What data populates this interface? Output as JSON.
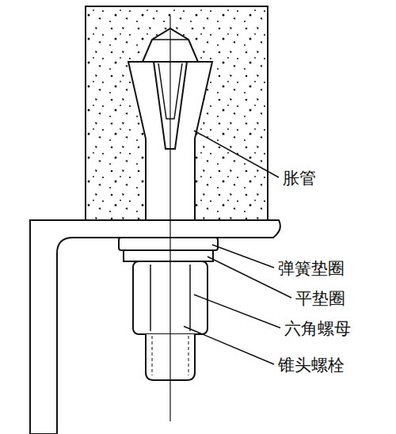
{
  "diagram": {
    "labels": [
      "胀管",
      "弹簧垫圈",
      "平垫圈",
      "六角螺母",
      "锥头螺栓"
    ]
  }
}
